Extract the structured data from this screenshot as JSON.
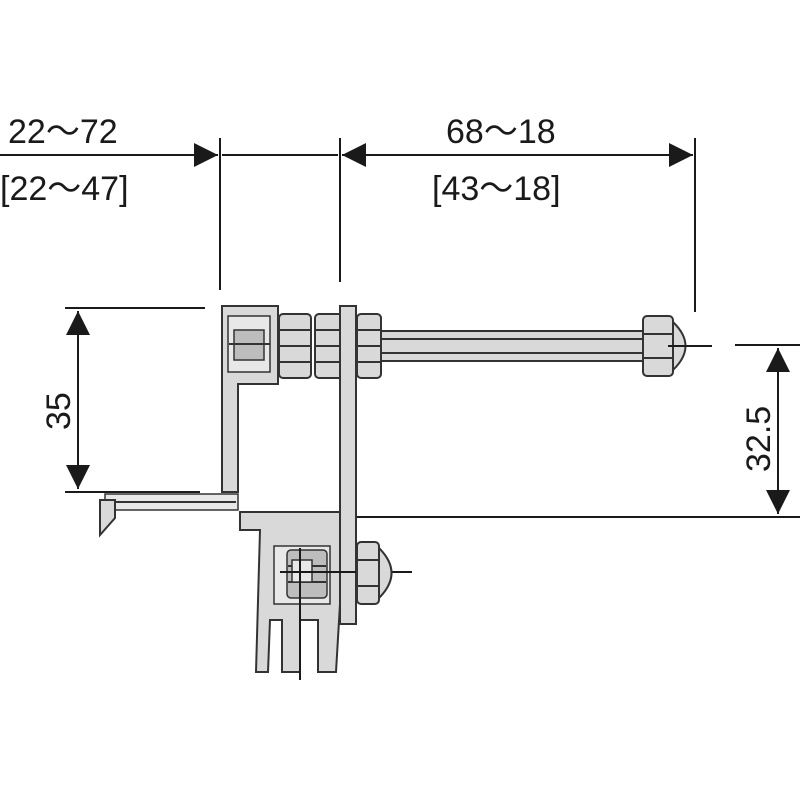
{
  "dimensions": {
    "left_width": "22～72",
    "left_width_alt": "[22～47]",
    "right_width": "68～18",
    "right_width_alt": "[43～18]",
    "left_height": "35",
    "right_height": "32.5"
  },
  "colors": {
    "line": "#1a1a1a",
    "metal_fill": "#d9d9d9",
    "metal_shade": "#bdbdbd",
    "outline": "#333333"
  }
}
